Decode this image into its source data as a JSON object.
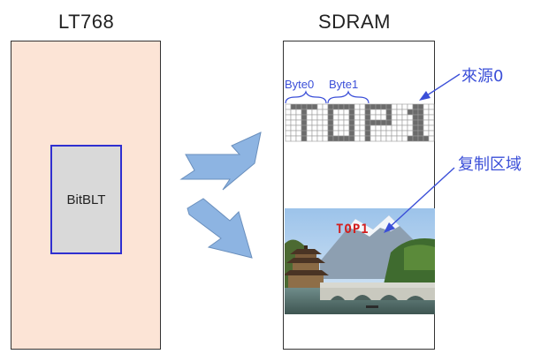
{
  "diagram": {
    "lt768": {
      "title": "LT768",
      "module_label": "BitBLT"
    },
    "sdram": {
      "title": "SDRAM",
      "byte_labels": [
        "Byte0",
        "Byte1"
      ],
      "source_label": "來源0",
      "copy_region_label": "复制区域",
      "pixel_art_text": "TOP1",
      "copied_text": "TOP1"
    },
    "colors": {
      "lt768_fill": "#fce4d6",
      "bitblt_fill": "#d9d9d9",
      "bitblt_border": "#2f2fd0",
      "arrow_fill": "#8db4e2",
      "label_blue": "#3b4fd8",
      "copy_text_red": "#d31f1f"
    }
  }
}
